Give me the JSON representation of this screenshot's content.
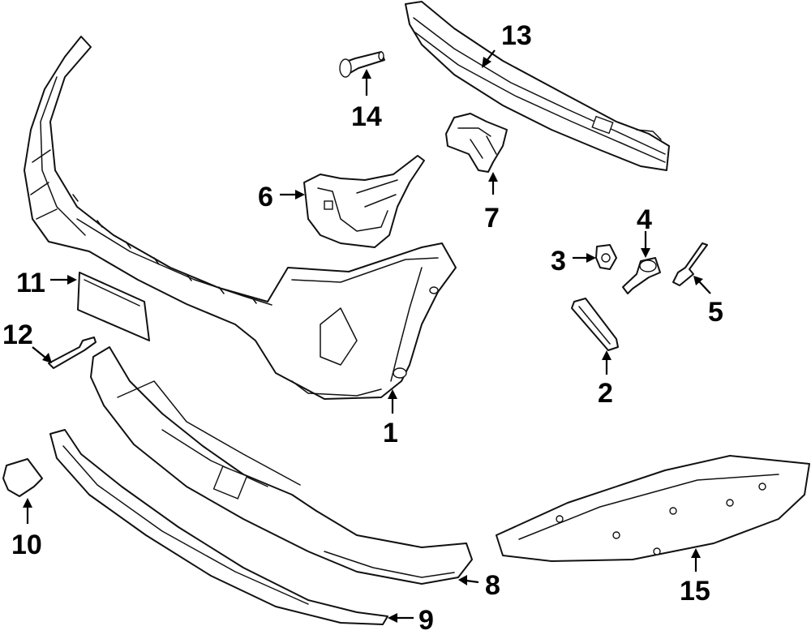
{
  "diagram": {
    "type": "exploded-parts-diagram",
    "callouts": [
      {
        "id": "1",
        "label": "1"
      },
      {
        "id": "2",
        "label": "2"
      },
      {
        "id": "3",
        "label": "3"
      },
      {
        "id": "4",
        "label": "4"
      },
      {
        "id": "5",
        "label": "5"
      },
      {
        "id": "6",
        "label": "6"
      },
      {
        "id": "7",
        "label": "7"
      },
      {
        "id": "8",
        "label": "8"
      },
      {
        "id": "9",
        "label": "9"
      },
      {
        "id": "10",
        "label": "10"
      },
      {
        "id": "11",
        "label": "11"
      },
      {
        "id": "12",
        "label": "12"
      },
      {
        "id": "13",
        "label": "13"
      },
      {
        "id": "14",
        "label": "14"
      },
      {
        "id": "15",
        "label": "15"
      }
    ]
  }
}
